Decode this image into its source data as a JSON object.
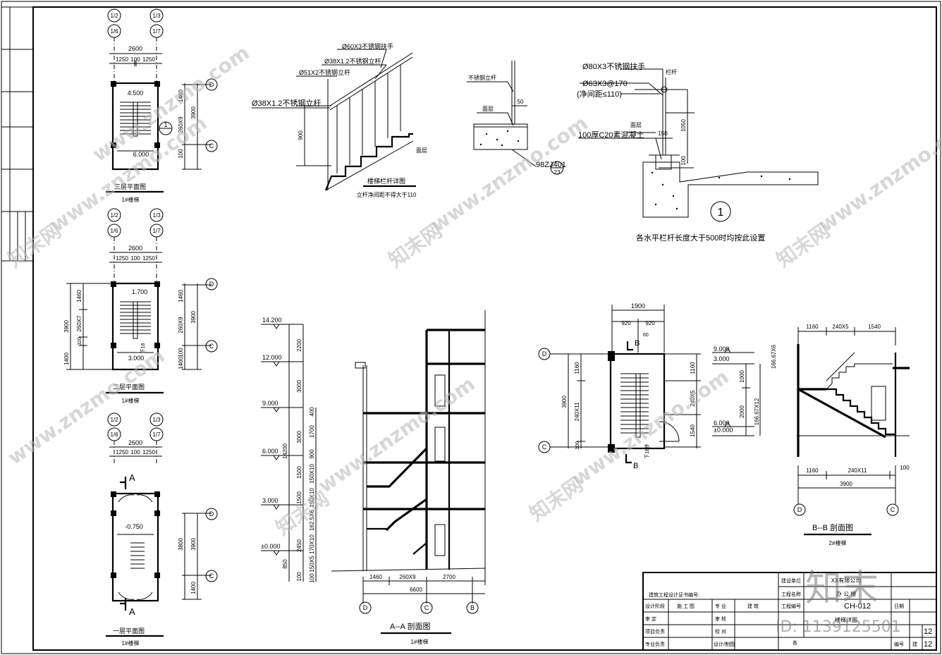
{
  "views": {
    "third_floor": {
      "title": "三层平面图",
      "subtitle": "1#楼梯",
      "axis_top": [
        "1/2",
        "1/6",
        "1/3",
        "1/7"
      ],
      "dim_total": "2600",
      "dim_parts": [
        "1250",
        "100",
        "1250"
      ],
      "level_upper": "4.500",
      "level_lower": "6.000",
      "dims_right": [
        "1460",
        "260X9",
        "100"
      ],
      "dim_right_total": "3900",
      "axis_right": [
        "D",
        "C"
      ],
      "detail_ref": "1"
    },
    "second_floor": {
      "title": "二层平面图",
      "subtitle": "1#楼梯",
      "axis_top": [
        "1/2",
        "1/6",
        "1/3",
        "1/7"
      ],
      "dim_total": "2600",
      "dim_parts": [
        "1250",
        "100",
        "1250"
      ],
      "level_upper": "1.700",
      "level_lower": "3.000",
      "dims_left": [
        "1460",
        "260X7",
        "320",
        "1400"
      ],
      "dim_left_total": "3900",
      "dims_right": [
        "1460",
        "260X9",
        "100",
        "1400"
      ],
      "dim_right_total": "3900",
      "axis_right": [
        "D",
        "C"
      ],
      "mark": "下18"
    },
    "first_floor": {
      "title": "一层平面图",
      "subtitle": "1#楼梯",
      "axis_top": [
        "1/2",
        "1/6",
        "1/3",
        "1/7"
      ],
      "dim_total": "2600",
      "dim_parts": [
        "1250",
        "100",
        "1250"
      ],
      "level": "-0.750",
      "section_mark": "A",
      "dims_right": [
        "3800",
        "3900",
        "1400"
      ],
      "axis_right": [
        "D",
        "C"
      ]
    },
    "railing_detail": {
      "title": "楼梯栏杆详图",
      "note": "立杆净间距不得大于110",
      "labels": [
        "Ø60X3不锈钢扶手",
        "Ø38X1.2不锈钢立杆",
        "Ø51X2不锈钢立杆",
        "Ø38X1.2不锈钢立杆",
        "900",
        "面层"
      ]
    },
    "step_detail": {
      "labels": [
        "不锈钢立杆",
        "50",
        "面层"
      ],
      "ref": "98ZJ401",
      "ref_sub": "23"
    },
    "railing_detail_1": {
      "labels": [
        "Ø80X3不锈钢扶手",
        "栏杆",
        "Ø63X3@170",
        "(净间距≤110)",
        "1050",
        "150",
        "100",
        "100厚C20素混凝土",
        "面层"
      ],
      "ref": "1",
      "note": "各水平栏杆长度大于500时均按此设置"
    },
    "section_aa": {
      "title": "A--A 剖面图",
      "subtitle": "1#楼梯",
      "levels": [
        "14.200",
        "12.000",
        "9.000",
        "6.000",
        "3.000",
        "±0.000"
      ],
      "dims_a": [
        "2200",
        "3000",
        "3000",
        "1500",
        "1500",
        "2450",
        "850",
        "100"
      ],
      "dims_b": [
        "400",
        "1700",
        "900",
        "150X10",
        "150X10",
        "162.5X6",
        "170X10",
        "150X5",
        "100"
      ],
      "dim_total": "14200",
      "dims_bottom": [
        "1460",
        "260X9",
        "2700"
      ],
      "dim_bottom_total": "6600",
      "axis_bottom": [
        "D",
        "C",
        "B"
      ]
    },
    "plan_2": {
      "dim_total": "1900",
      "dim_parts": [
        "920",
        "920"
      ],
      "dim_small": "60",
      "section_mark": "B",
      "dims_left": [
        "1160",
        "240X11",
        "100"
      ],
      "dim_left_total": "3900",
      "dims_right": [
        "1160",
        "240X5",
        "1540"
      ],
      "mark": "下18步",
      "axis_left": [
        "D",
        "C"
      ]
    },
    "section_bb": {
      "title": "B--B 剖面图",
      "subtitle": "2#楼梯",
      "levels": [
        "9.000",
        "3.000",
        "6.000",
        "±0.000"
      ],
      "dims_left": [
        "1000",
        "2000"
      ],
      "dims_right": [
        "166.67X6",
        "166.67X12"
      ],
      "dims_top": [
        "1160",
        "240X5",
        "1540"
      ],
      "dims_bottom": [
        "1160",
        "240X11",
        "100"
      ],
      "dim_bottom_total": "3900",
      "axis_bottom": [
        "D",
        "C"
      ]
    }
  },
  "title_block": {
    "cert": "建筑工程设计证书编号:",
    "rows": [
      [
        "设计阶段",
        "施 工 图",
        "专 业",
        "建 筑"
      ],
      [
        "审 定",
        "",
        "审 核",
        ""
      ],
      [
        "项目负责",
        "",
        "校 对",
        ""
      ],
      [
        "专业负责",
        "",
        "设计/制图",
        ""
      ]
    ],
    "right_labels": [
      "建设单位",
      "工程名称",
      "工程编号",
      ""
    ],
    "right_values": [
      "XX有限公司",
      "办 公 楼",
      "CH-012",
      "楼梯详图"
    ],
    "date_labels": [
      "日期",
      "",
      "编号"
    ],
    "date_values": [
      "",
      "12",
      "12"
    ],
    "sheet_prefix": "建",
    "mark": "各"
  },
  "watermarks": {
    "site": "www.znzmo.com",
    "brand": "知末网",
    "logo": "知末",
    "id": "ID: 1139125501"
  }
}
